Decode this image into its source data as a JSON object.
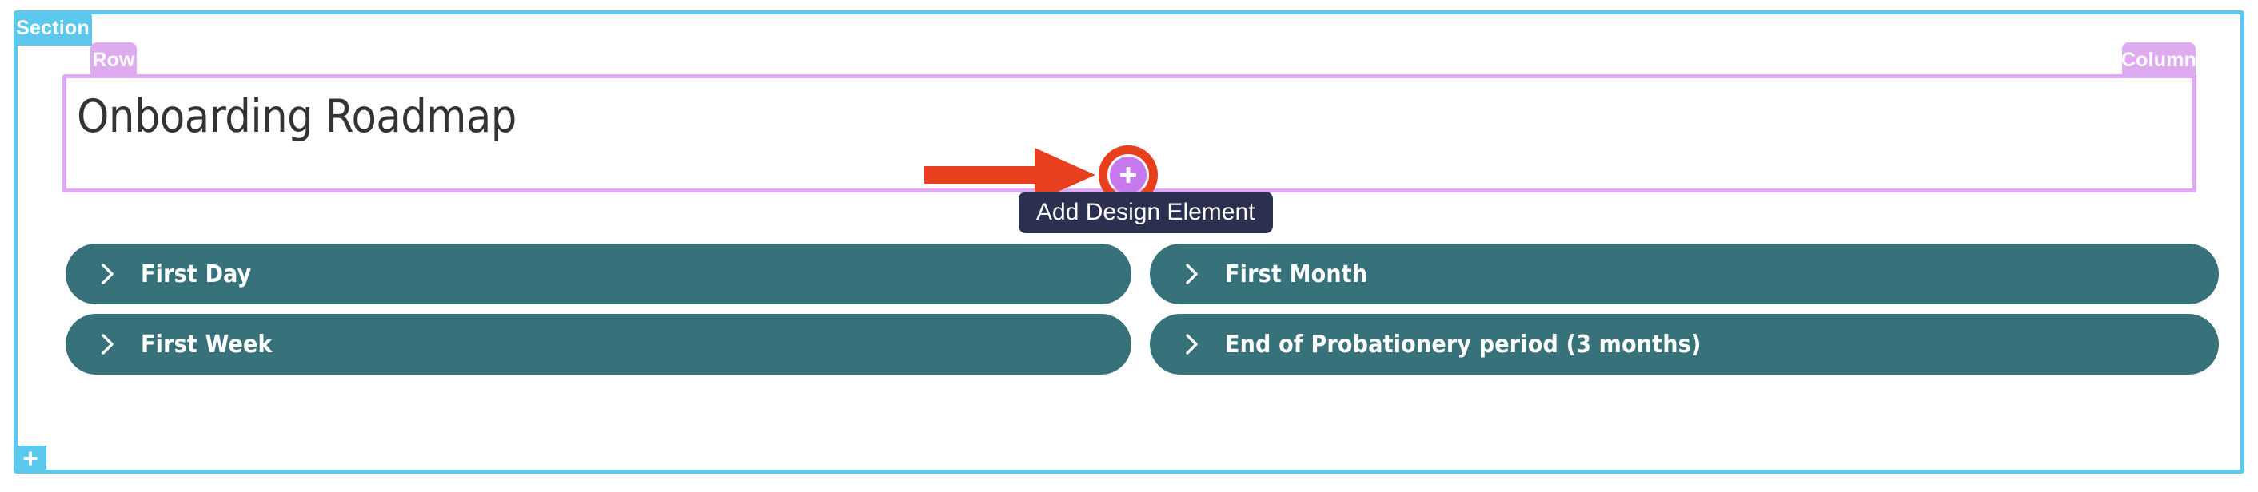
{
  "builder": {
    "section_badge_label": "Section",
    "row_badge_label": "Row",
    "column_badge_label": "Column",
    "add_section_icon": "plus-icon",
    "section_outline_color": "#5bc8ee",
    "row_outline_color": "#e0a8f5"
  },
  "heading": {
    "text": "Onboarding Roadmap",
    "color": "#333333"
  },
  "add_design_element": {
    "icon": "plus-icon",
    "tooltip": "Add Design Element",
    "button_color": "#c678ef",
    "tooltip_bg": "#2b3050",
    "highlight_ring_color": "#e8401f"
  },
  "annotation": {
    "arrow_icon": "right-arrow-icon",
    "arrow_color": "#e8401f"
  },
  "accordions": {
    "pill_color": "#377179",
    "chevron_icon": "chevron-right-icon",
    "left_column": [
      {
        "label": "First Day"
      },
      {
        "label": "First Week"
      }
    ],
    "right_column": [
      {
        "label": "First Month"
      },
      {
        "label": "End of Probationery period (3 months)"
      }
    ]
  }
}
